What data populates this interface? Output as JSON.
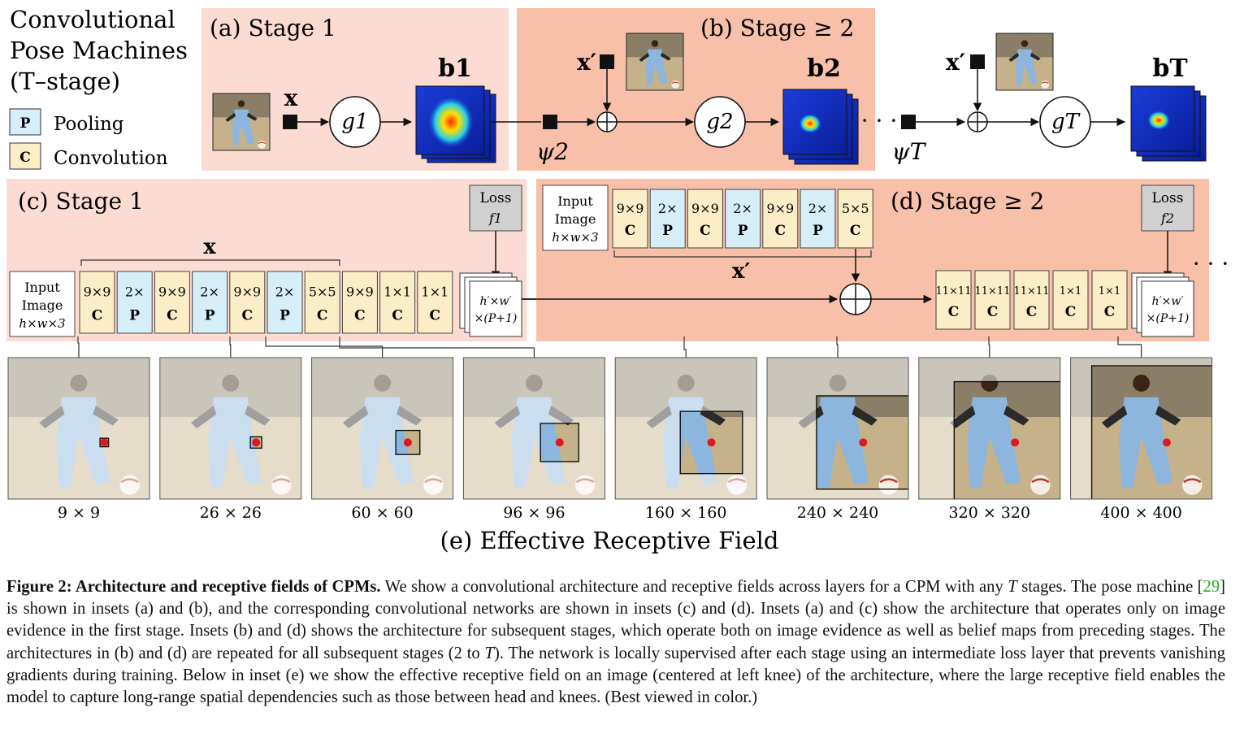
{
  "legend": {
    "title": [
      "Convolutional",
      "Pose Machines",
      "(T–stage)"
    ],
    "pooling_key": "P",
    "pooling_label": "Pooling",
    "conv_key": "C",
    "conv_label": "Convolution"
  },
  "panel_a": {
    "label": "(a) Stage 1",
    "input_symbol": "x",
    "g": "g1",
    "belief": "b1"
  },
  "panel_b": {
    "label": "(b) Stage ≥ 2",
    "x_prime": "x′",
    "psi": "ψ2",
    "g": "g2",
    "belief": "b2"
  },
  "panel_T": {
    "x_prime": "x′",
    "psi": "ψT",
    "g": "gT",
    "belief": "bT",
    "dots": "· · ·"
  },
  "panel_c": {
    "label": "(c) Stage 1",
    "loss": [
      "Loss",
      "f1"
    ],
    "brace_symbol": "x",
    "input": [
      "Input",
      "Image",
      "h×w×3"
    ],
    "layers": [
      {
        "top": "9×9",
        "bottom": "C",
        "kind": "conv"
      },
      {
        "top": "2×",
        "bottom": "P",
        "kind": "pool"
      },
      {
        "top": "9×9",
        "bottom": "C",
        "kind": "conv"
      },
      {
        "top": "2×",
        "bottom": "P",
        "kind": "pool"
      },
      {
        "top": "9×9",
        "bottom": "C",
        "kind": "conv"
      },
      {
        "top": "2×",
        "bottom": "P",
        "kind": "pool"
      },
      {
        "top": "5×5",
        "bottom": "C",
        "kind": "conv"
      },
      {
        "top": "9×9",
        "bottom": "C",
        "kind": "conv"
      },
      {
        "top": "1×1",
        "bottom": "C",
        "kind": "conv"
      },
      {
        "top": "1×1",
        "bottom": "C",
        "kind": "conv"
      }
    ],
    "output": [
      "h′×w′",
      "×(P+1)"
    ]
  },
  "panel_d": {
    "label": "(d) Stage ≥ 2",
    "loss": [
      "Loss",
      "f2"
    ],
    "brace_symbol": "x′",
    "input": [
      "Input",
      "Image",
      "h×w×3"
    ],
    "feature_layers": [
      {
        "top": "9×9",
        "bottom": "C",
        "kind": "conv"
      },
      {
        "top": "2×",
        "bottom": "P",
        "kind": "pool"
      },
      {
        "top": "9×9",
        "bottom": "C",
        "kind": "conv"
      },
      {
        "top": "2×",
        "bottom": "P",
        "kind": "pool"
      },
      {
        "top": "9×9",
        "bottom": "C",
        "kind": "conv"
      },
      {
        "top": "2×",
        "bottom": "P",
        "kind": "pool"
      },
      {
        "top": "5×5",
        "bottom": "C",
        "kind": "conv"
      }
    ],
    "main_layers": [
      {
        "top": "11×11",
        "bottom": "C",
        "kind": "conv"
      },
      {
        "top": "11×11",
        "bottom": "C",
        "kind": "conv"
      },
      {
        "top": "11×11",
        "bottom": "C",
        "kind": "conv"
      },
      {
        "top": "1×1",
        "bottom": "C",
        "kind": "conv"
      },
      {
        "top": "1×1",
        "bottom": "C",
        "kind": "conv"
      }
    ],
    "output": [
      "h′×w′",
      "×(P+1)"
    ],
    "dots": "· · ·"
  },
  "panel_e": {
    "label": "(e) Effective Receptive Field",
    "fields": [
      {
        "label": "9 × 9",
        "fraction": 0.06
      },
      {
        "label": "26 × 26",
        "fraction": 0.08
      },
      {
        "label": "60 × 60",
        "fraction": 0.17
      },
      {
        "label": "96 × 96",
        "fraction": 0.27
      },
      {
        "label": "160 × 160",
        "fraction": 0.44
      },
      {
        "label": "240 × 240",
        "fraction": 0.66
      },
      {
        "label": "320 × 320",
        "fraction": 0.86
      },
      {
        "label": "400 × 400",
        "fraction": 1.0
      }
    ]
  },
  "caption": {
    "heading": "Figure 2: Architecture and receptive fields of CPMs.",
    "t1": " We show a convolutional architecture and receptive fields across layers for a CPM with any ",
    "T1": "T",
    "t2": " stages. The pose machine [",
    "cite": "29",
    "t3": "] is shown in insets (a) and (b), and the corresponding convolutional networks are shown in insets (c) and (d). Insets (a) and (c) show the architecture that operates only on image evidence in the first stage. Insets (b) and (d) shows the architecture for subsequent stages, which operate both on image evidence as well as belief maps from preceding stages. The architectures in (b) and (d) are repeated for all subsequent stages (2 to ",
    "T2": "T",
    "t4": "). The network is locally supervised after each stage using an intermediate loss layer that prevents vanishing gradients during training. Below in inset (e) we show the effective receptive field on an image (centered at left knee) of the architecture, where the large receptive field enables the model to capture long-range spatial dependencies such as those between head and knees. (Best viewed in color.)"
  },
  "colors": {
    "panel_light": "#fcdcd2",
    "panel_dark": "#f8bfa9",
    "conv": "#fbedc6",
    "pool": "#d5eef8",
    "loss": "#d0d0d0",
    "knee": "#e01818",
    "cite": "#22b022"
  }
}
